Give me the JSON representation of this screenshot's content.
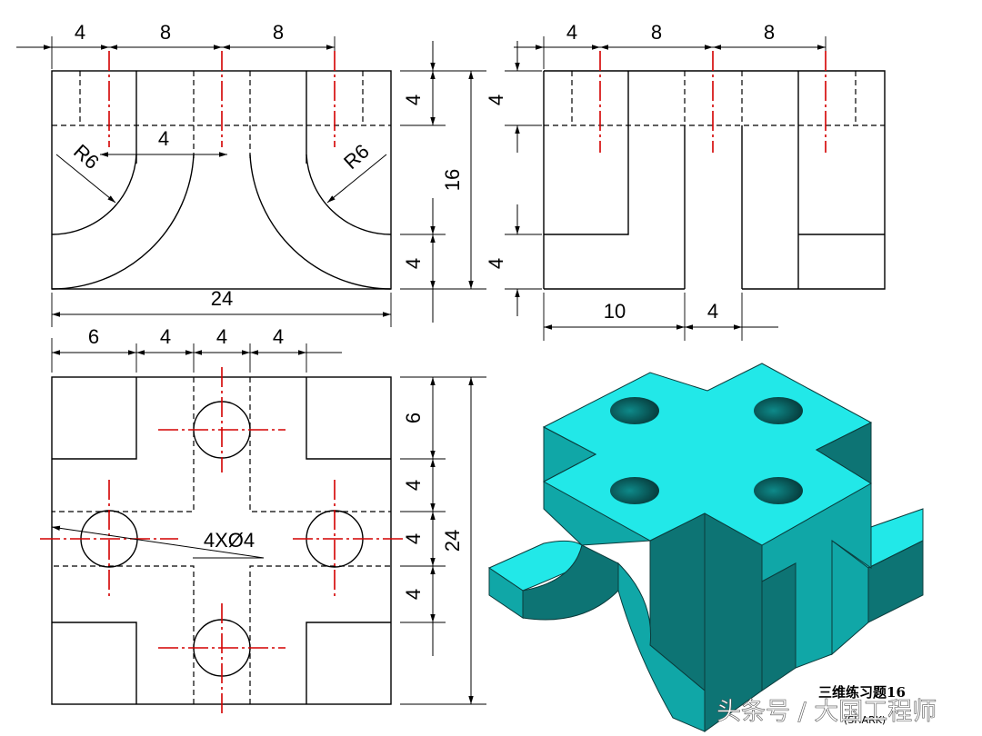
{
  "front_view": {
    "dims_top": [
      "4",
      "8",
      "8"
    ],
    "dim_inner": "4",
    "radius_left": "R6",
    "radius_right": "R6",
    "dim_bottom": "24",
    "dims_right": [
      "4",
      "16",
      "4"
    ]
  },
  "side_view": {
    "dims_top": [
      "4",
      "8",
      "8"
    ],
    "dims_left": [
      "4",
      "4"
    ],
    "dims_bottom": [
      "10",
      "4"
    ]
  },
  "top_view": {
    "dims_top": [
      "6",
      "4",
      "4",
      "4"
    ],
    "hole_label": "4XØ4",
    "dims_right": [
      "6",
      "4",
      "4",
      "4"
    ],
    "dim_total": "24"
  },
  "iso_view": {
    "caption": "三维练习题16",
    "sub_caption": "(SHARK)"
  },
  "watermark": "头条号 / 大国工程师",
  "colors": {
    "center_line": "#d40000",
    "model_top": "#22e8e8",
    "model_front": "#10a7a7",
    "model_side": "#0d7474"
  }
}
